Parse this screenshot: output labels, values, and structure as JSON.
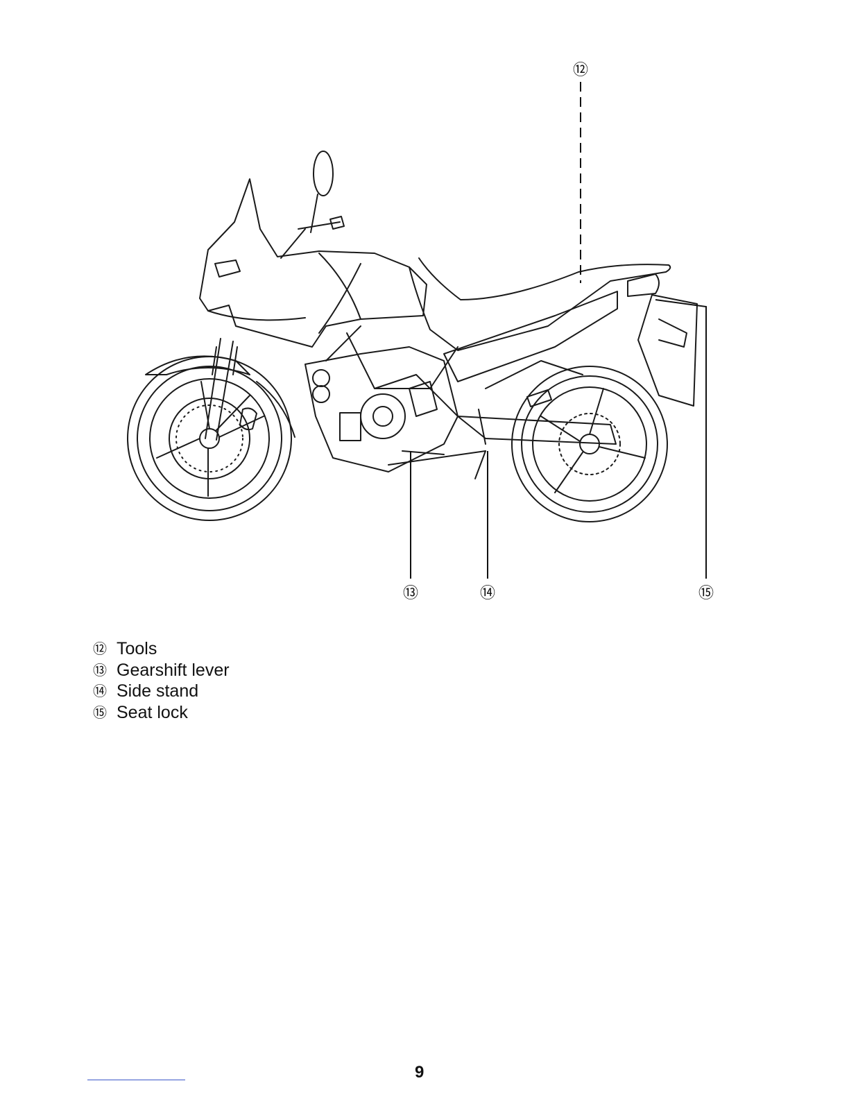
{
  "callouts": [
    {
      "num": "⑫",
      "label": "Tools"
    },
    {
      "num": "⑬",
      "label": "Gearshift lever"
    },
    {
      "num": "⑭",
      "label": "Side stand"
    },
    {
      "num": "⑮",
      "label": "Seat lock"
    }
  ],
  "page_number": "9"
}
